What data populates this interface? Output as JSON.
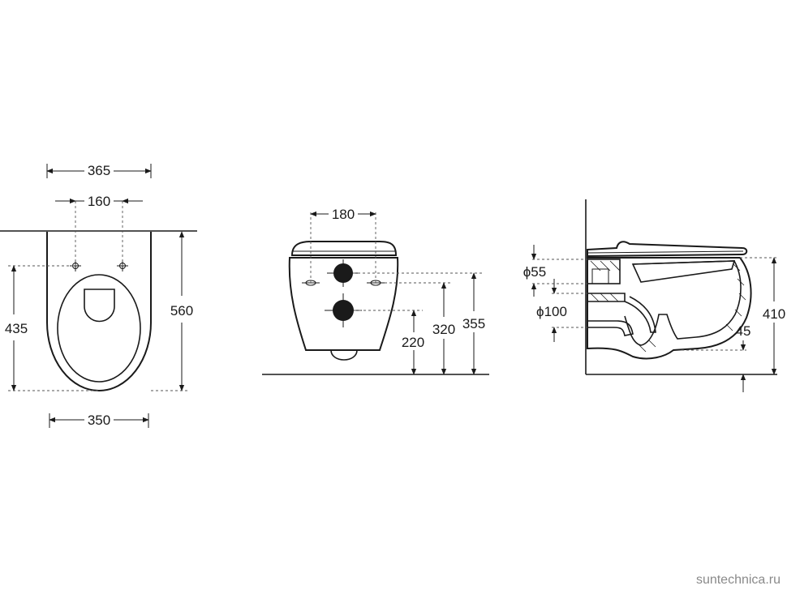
{
  "dimensions": {
    "top_width": "365",
    "top_mount_spacing": "160",
    "top_mount_height": "435",
    "top_length": "560",
    "top_bottom_width": "350",
    "front_mount_spacing": "180",
    "front_inlet_height": "220",
    "front_outlet_height": "320",
    "front_height": "355",
    "side_inlet_diameter": "ϕ55",
    "side_outlet_diameter": "ϕ100",
    "side_height": "410",
    "side_base": "45"
  },
  "watermark": "suntechnica.ru",
  "colors": {
    "line": "#1a1a1a",
    "guide": "#555555",
    "watermark": "#8a8a8a"
  }
}
